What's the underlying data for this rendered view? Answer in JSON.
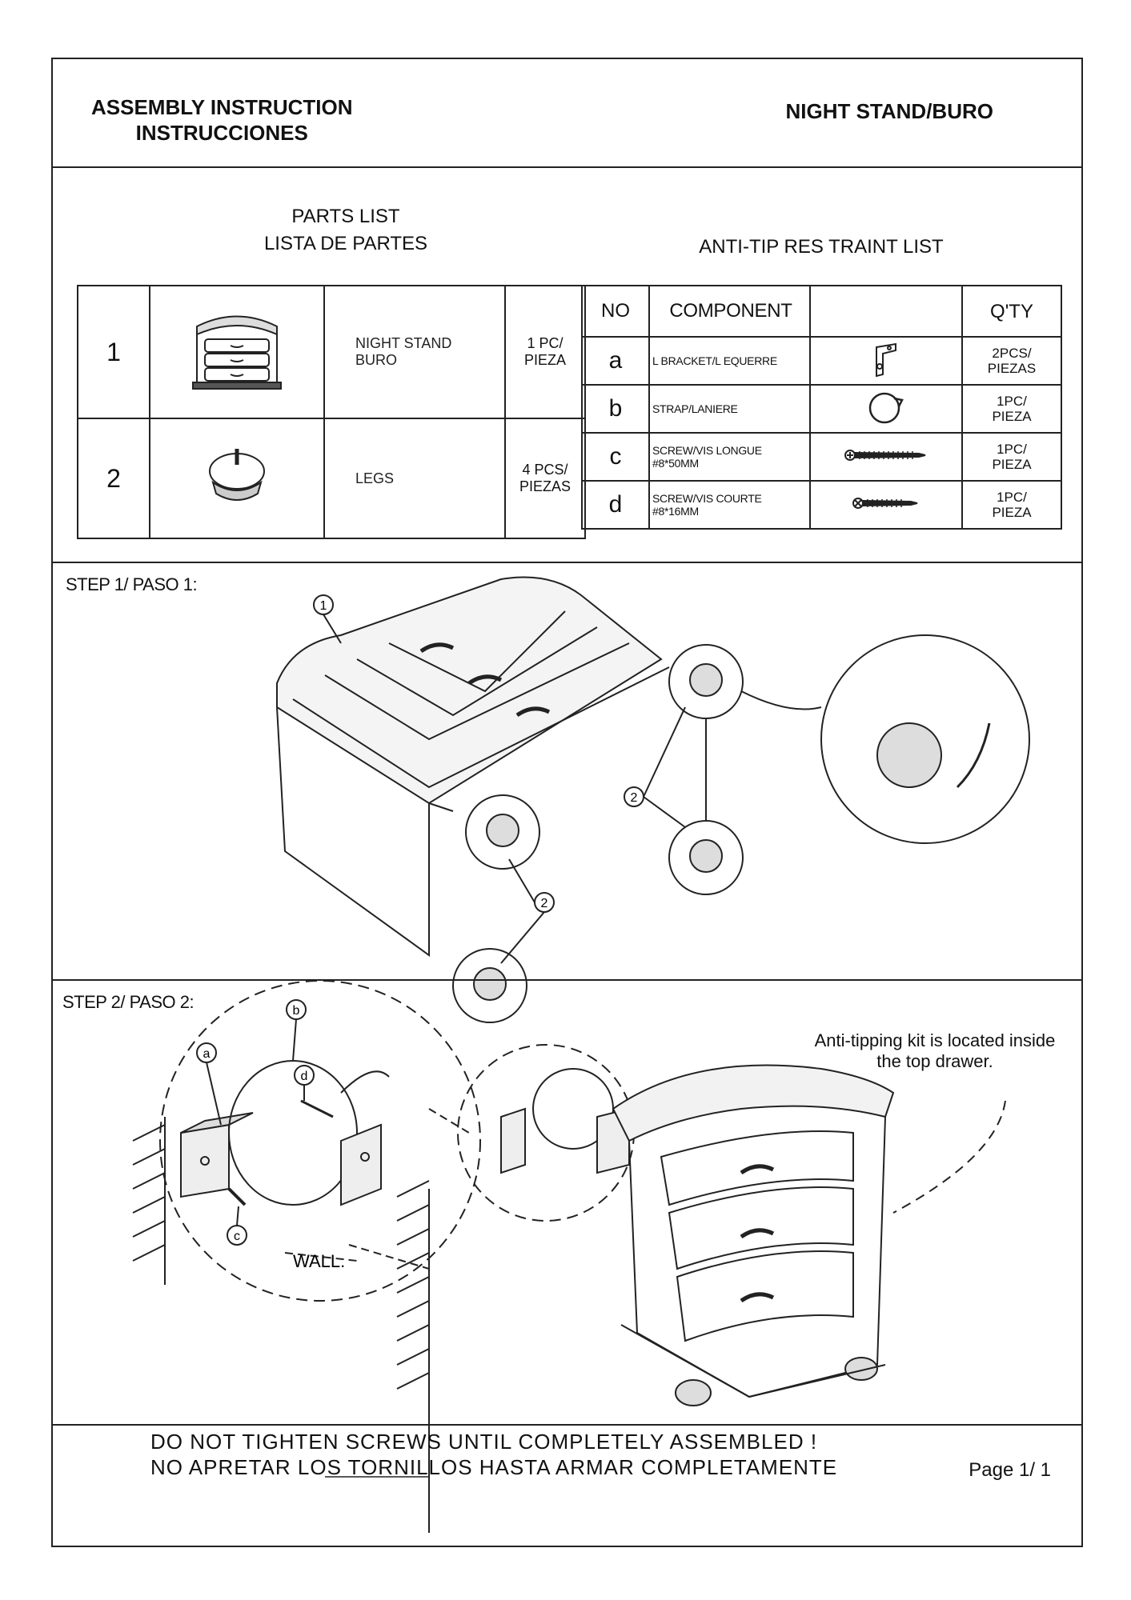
{
  "header": {
    "title_en": "ASSEMBLY INSTRUCTION",
    "title_es": "INSTRUCCIONES",
    "product": "NIGHT STAND/BURO"
  },
  "parts_list": {
    "title_en": "PARTS LIST",
    "title_es": "LISTA DE PARTES",
    "rows": [
      {
        "no": "1",
        "name_en": "NIGHT STAND",
        "name_es": "BURO",
        "qty_en": "1 PC/",
        "qty_es": "PIEZA",
        "icon": "nightstand-icon"
      },
      {
        "no": "2",
        "name_en": "LEGS",
        "name_es": "",
        "qty_en": "4 PCS/",
        "qty_es": "PIEZAS",
        "icon": "bun-foot-leg-icon"
      }
    ]
  },
  "anti_tip": {
    "title": "ANTI-TIP RES TRAINT LIST",
    "headers": {
      "no": "NO",
      "component": "COMPONENT",
      "qty": "Q'TY"
    },
    "rows": [
      {
        "no": "a",
        "component": "L BRACKET/L EQUERRE",
        "qty_en": "2PCS/",
        "qty_es": "PIEZAS",
        "icon": "l-bracket-icon"
      },
      {
        "no": "b",
        "component": "STRAP/LANIERE",
        "qty_en": "1PC/",
        "qty_es": "PIEZA",
        "icon": "strap-icon"
      },
      {
        "no": "c",
        "component": "SCREW/VIS LONGUE #8*50MM",
        "qty_en": "1PC/",
        "qty_es": "PIEZA",
        "icon": "long-screw-icon"
      },
      {
        "no": "d",
        "component": "SCREW/VIS COURTE #8*16MM",
        "qty_en": "1PC/",
        "qty_es": "PIEZA",
        "icon": "short-screw-icon"
      }
    ]
  },
  "step1": {
    "label": "STEP 1/ PASO 1:",
    "callouts": [
      "1",
      "2",
      "2"
    ]
  },
  "step2": {
    "label": "STEP 2/ PASO 2:",
    "callouts": [
      "a",
      "b",
      "c",
      "d"
    ],
    "wall_label": "WALL.",
    "note_line1": "Anti-tipping kit is located inside",
    "note_line2": "the top drawer."
  },
  "footer": {
    "warning_en": "DO NOT TIGHTEN SCREWS UNTIL COMPLETELY ASSEMBLED !",
    "warning_es": "NO APRETAR LOS TORNILLOS HASTA ARMAR COMPLETAMENTE",
    "page": "Page 1/ 1"
  }
}
